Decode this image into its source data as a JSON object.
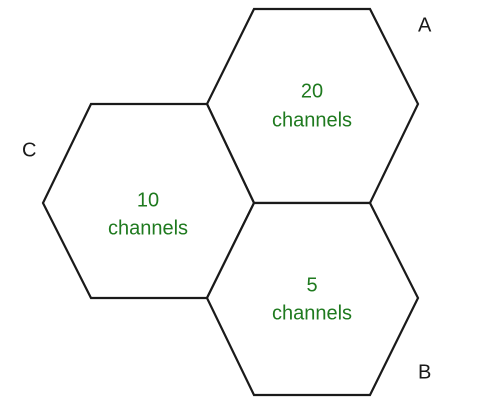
{
  "diagram": {
    "label_color": "#1f7a1f",
    "line_color": "#1a1a1a",
    "cells": [
      {
        "id": "A",
        "corner_label": "A",
        "value_line": "20",
        "unit_line": "channels"
      },
      {
        "id": "B",
        "corner_label": "B",
        "value_line": "5",
        "unit_line": "channels"
      },
      {
        "id": "C",
        "corner_label": "C",
        "value_line": "10",
        "unit_line": "channels"
      }
    ]
  }
}
